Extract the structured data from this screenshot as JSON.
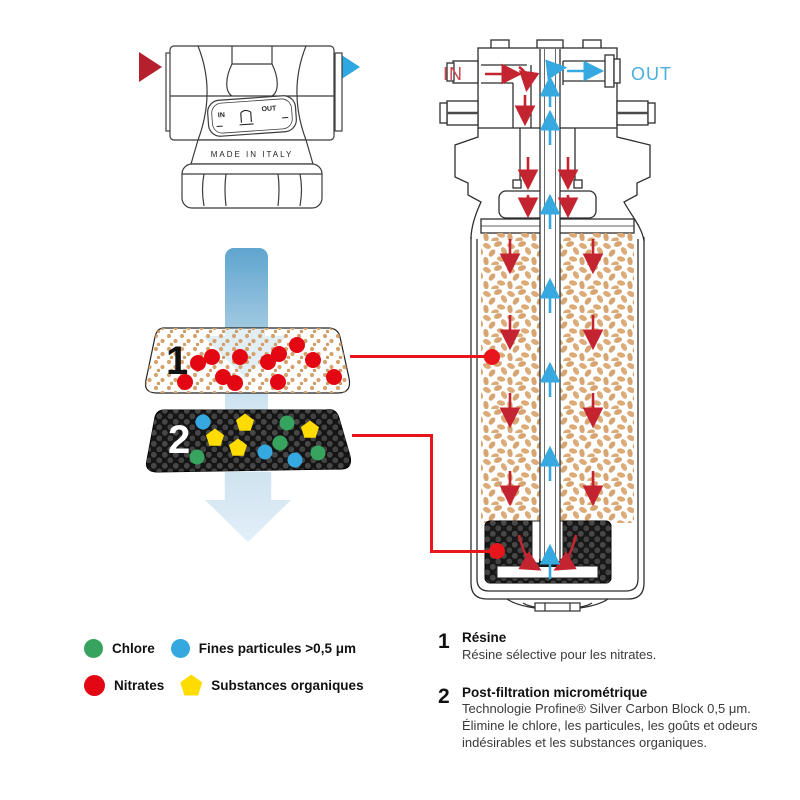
{
  "left_head": {
    "in_label": "IN",
    "out_label": "OUT",
    "made_in": "MADE IN ITALY"
  },
  "cross_section": {
    "in_label": "IN",
    "out_label": "OUT"
  },
  "layers": {
    "layer1_number": "1",
    "layer2_number": "2"
  },
  "legend": {
    "items": [
      {
        "label": "Chlore",
        "color": "#36a35e",
        "shape": "circle"
      },
      {
        "label": "Fines particules >0,5 μm",
        "color": "#35a8e0",
        "shape": "circle"
      },
      {
        "label": "Nitrates",
        "color": "#e30613",
        "shape": "circle"
      },
      {
        "label": "Substances organiques",
        "color": "#ffdc00",
        "shape": "pentagon"
      }
    ]
  },
  "notes": [
    {
      "number": "1",
      "title": "Résine",
      "body": "Résine sélective pour les nitrates."
    },
    {
      "number": "2",
      "title": "Post-filtration micrométrique",
      "body": "Technologie Profine® Silver Carbon Block 0,5 μm. Élimine le chlore, les particules, les goûts et odeurs indésirables et les substances organiques."
    }
  ],
  "colors": {
    "flow_red": "#c42430",
    "bright_red": "#e30613",
    "flow_blue": "#36a9e1",
    "resin_tan": "#d5a26b",
    "pale_blue": "#d7e7f2",
    "carbon_black": "#181818"
  }
}
